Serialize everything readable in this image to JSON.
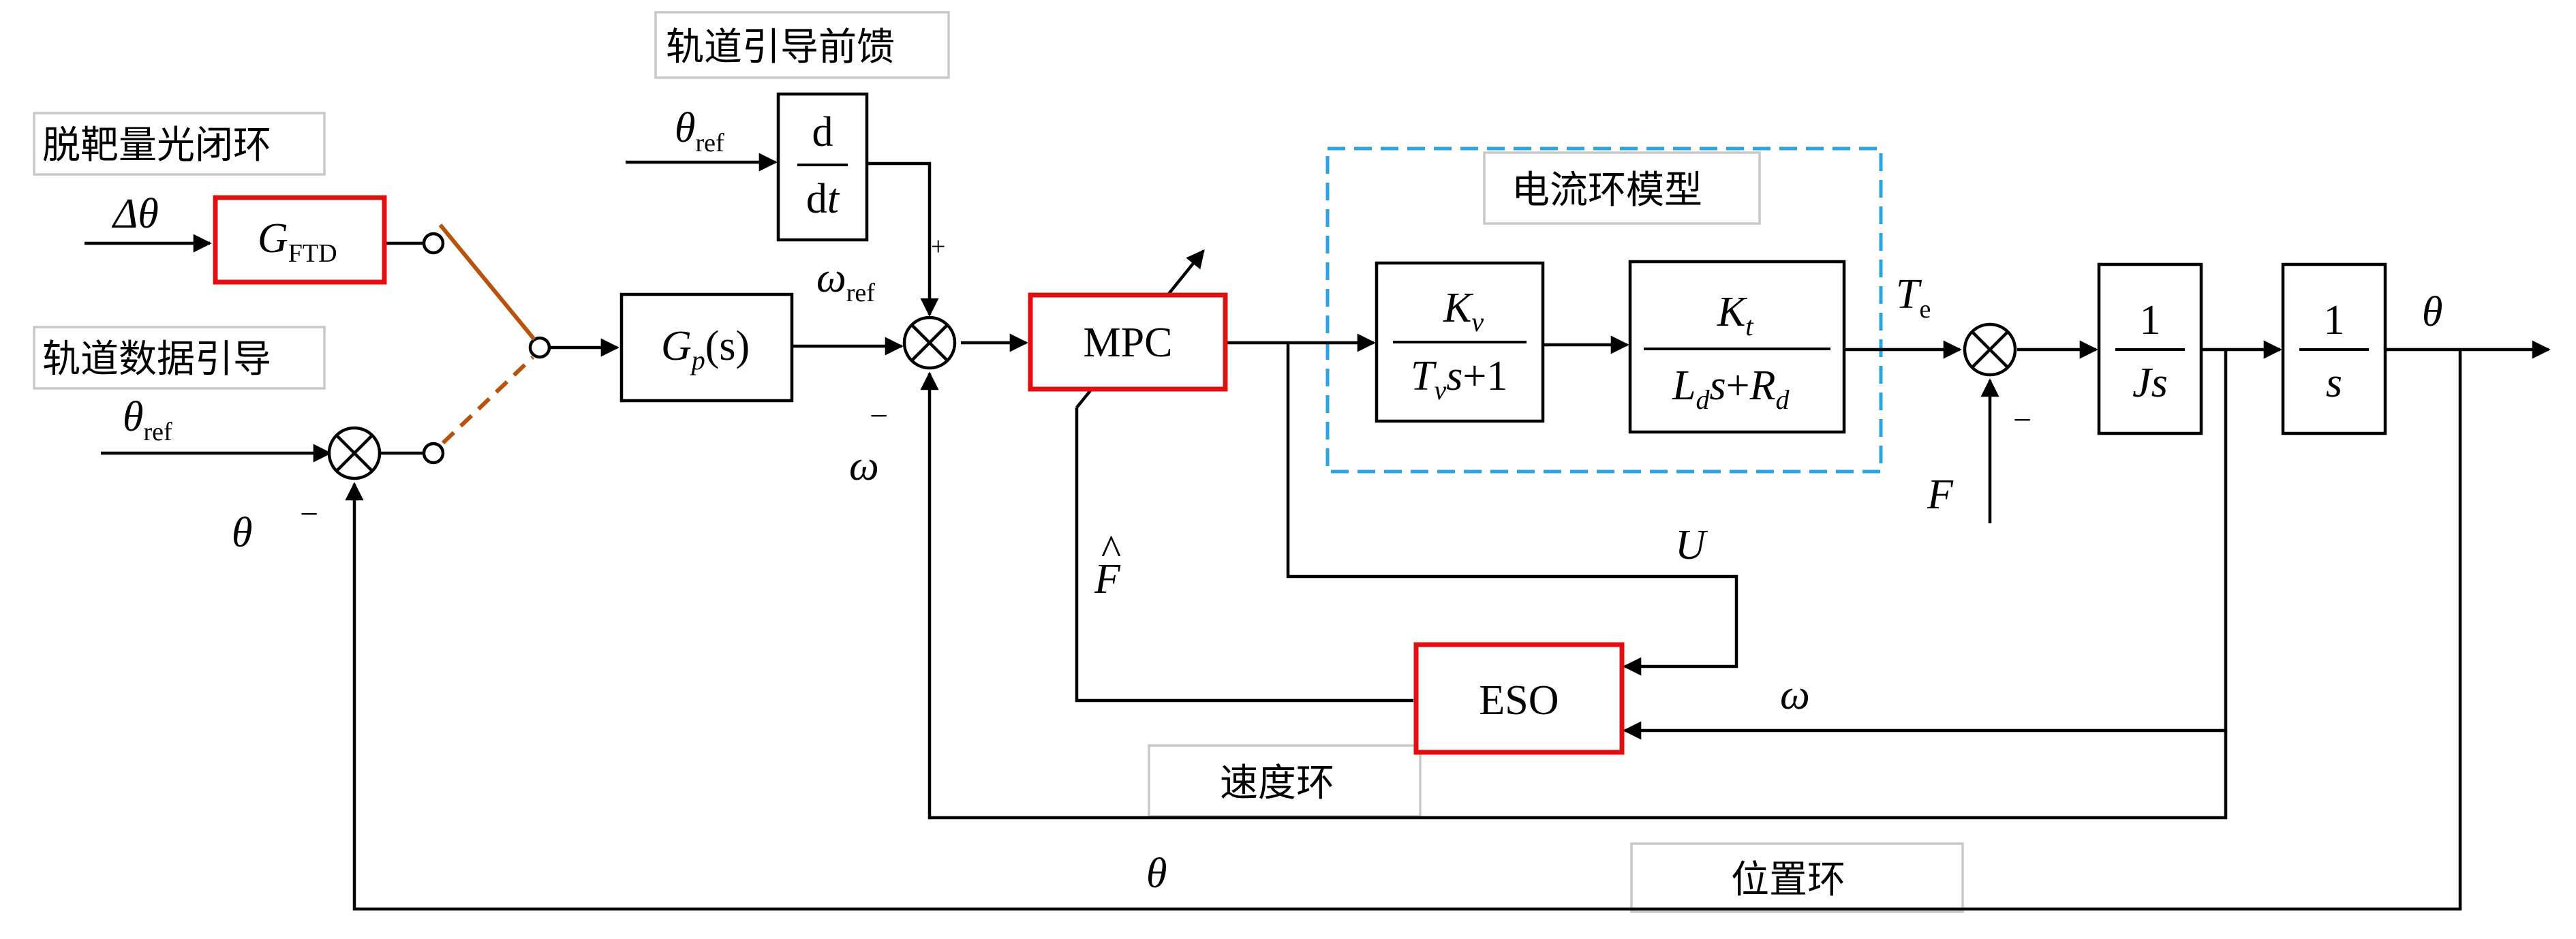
{
  "labels": {
    "track_feedforward": "轨道引导前馈",
    "miss_distance_loop": "脱靶量光闭环",
    "track_data_guide": "轨道数据引导",
    "current_loop_model": "电流环模型",
    "speed_loop": "速度环",
    "position_loop": "位置环"
  },
  "blocks": {
    "deriv_num": "d",
    "deriv_den_d": "d",
    "deriv_den_t": "t",
    "gftd_G": "G",
    "gftd_sub": "FTD",
    "gp_G": "G",
    "gp_sub": "p",
    "gp_s": "(s)",
    "mpc": "MPC",
    "eso": "ESO",
    "kv_K": "K",
    "kv_sub": "v",
    "kv_T": "T",
    "kv_Tsub": "v",
    "kv_rest": "s+1",
    "kt_K": "K",
    "kt_sub": "t",
    "kt_L": "L",
    "kt_Lsub": "d",
    "kt_s": "s+",
    "kt_R": "R",
    "kt_Rsub": "d",
    "inv_js_num": "1",
    "inv_js_den": "Js",
    "inv_s_num": "1",
    "inv_s_den": "s"
  },
  "signals": {
    "delta_theta": "Δθ",
    "theta_ref_ff": "θ",
    "theta_ref_ff_sub": "ref",
    "theta_ref_guide": "θ",
    "theta_ref_guide_sub": "ref",
    "theta_fb_left": "θ",
    "omega_ref": "ω",
    "omega_ref_sub": "ref",
    "omega_fb": "ω",
    "f_hat": "F",
    "f_hat_mark": "^",
    "u": "U",
    "omega_eso": "ω",
    "te": "T",
    "te_sub": "e",
    "f_dist": "F",
    "theta_out": "θ",
    "theta_bottom": "θ"
  },
  "signs": {
    "plus_ff": "+",
    "minus_speed": "−",
    "minus_pos": "−",
    "minus_torque": "−"
  },
  "colors": {
    "highlight_box": "#e01010",
    "current_loop_border": "#29a6e0",
    "switch_color": "#b8520c"
  }
}
